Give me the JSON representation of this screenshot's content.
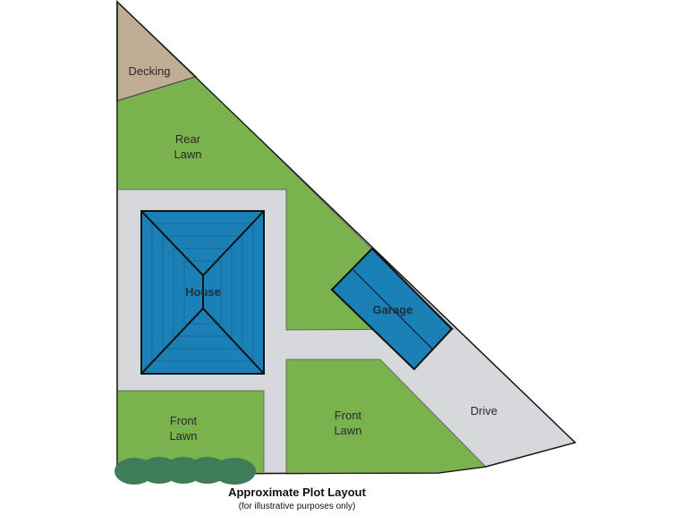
{
  "colors": {
    "lawn": "#7ab24e",
    "path": "#d6d8dc",
    "decking": "#bfae94",
    "roof": "#1a80b6",
    "bush": "#3f7d58",
    "outline": "#1a1a1a"
  },
  "areas": {
    "decking": "Decking",
    "rear_lawn": [
      "Rear",
      "Lawn"
    ],
    "house": "House",
    "garage": "Garage",
    "front_lawn_left": [
      "Front",
      "Lawn"
    ],
    "front_lawn_right": [
      "Front",
      "Lawn"
    ],
    "drive": "Drive"
  },
  "caption": {
    "title": "Approximate Plot Layout",
    "subtitle": "(for illustrative purposes only)"
  }
}
